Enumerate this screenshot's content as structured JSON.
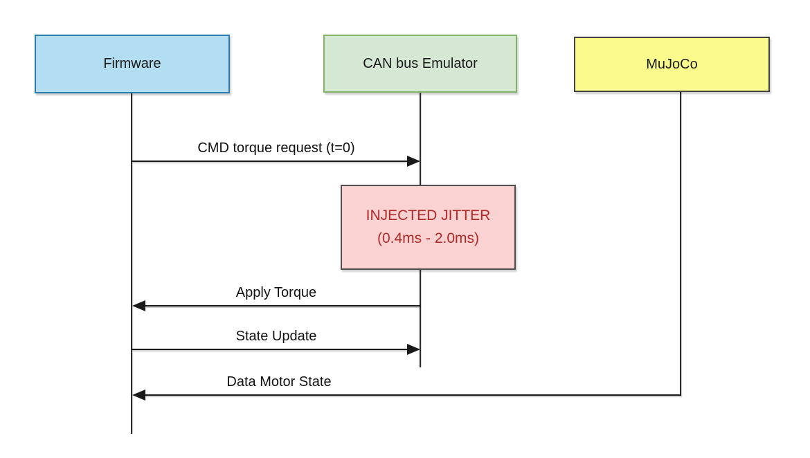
{
  "diagram": {
    "line_color": "#1a1a1a",
    "actors": [
      {
        "id": "firmware",
        "label": "Firmware",
        "fill": "#b3def1",
        "border": "#2d7cb0"
      },
      {
        "id": "can-bus-emulator",
        "label": "CAN bus Emulator",
        "fill": "#d5e8d4",
        "border": "#82b366"
      },
      {
        "id": "mujoco",
        "label": "MuJoCo",
        "fill": "#fbfb8d",
        "border": "#424242"
      }
    ],
    "messages": [
      {
        "label": "CMD torque request (t=0)",
        "from": "firmware",
        "to": "can-bus-emulator",
        "direction": "right"
      },
      {
        "label": "Apply Torque",
        "from": "can-bus-emulator",
        "to": "firmware",
        "direction": "left"
      },
      {
        "label": "State Update",
        "from": "firmware",
        "to": "can-bus-emulator",
        "direction": "right"
      },
      {
        "label": "Data Motor State",
        "from": "mujoco",
        "to": "firmware",
        "direction": "left"
      }
    ],
    "note": {
      "line1": "INJECTED JITTER",
      "line2": "(0.4ms - 2.0ms)",
      "fill": "#f9d2d1",
      "border": "#4d4d4d",
      "text_color": "#b02a2a"
    }
  }
}
